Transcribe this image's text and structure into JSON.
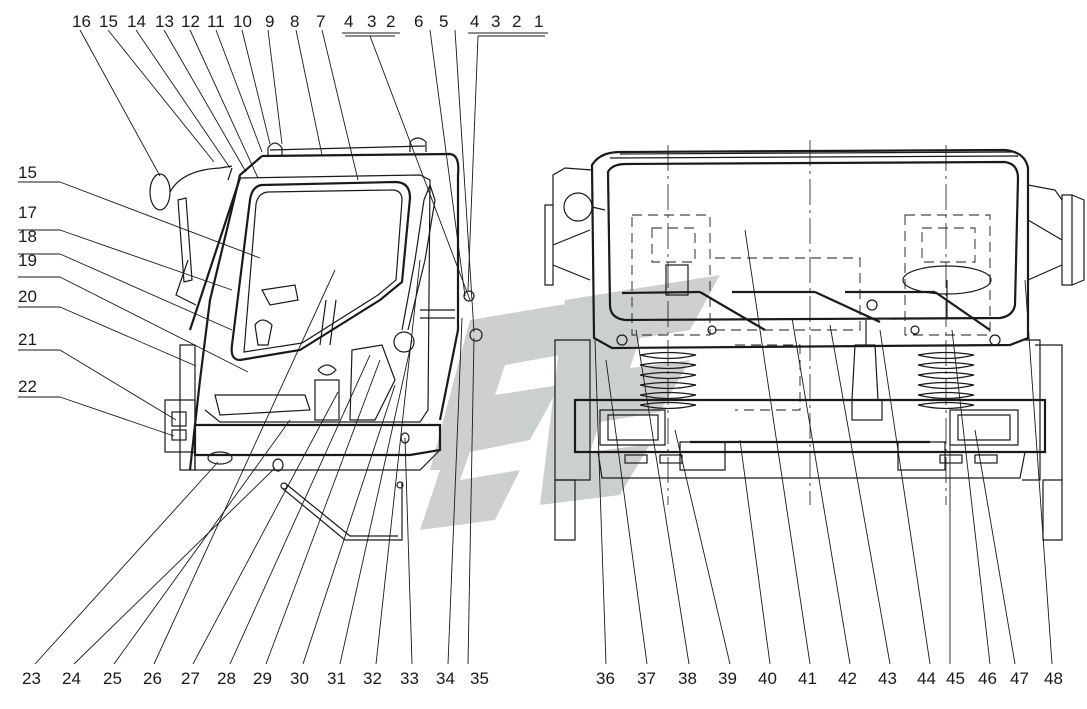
{
  "left_view": {
    "top_callouts": [
      "16",
      "15",
      "14",
      "13",
      "12",
      "11",
      "10",
      "9",
      "8",
      "7",
      "4",
      "3",
      "2",
      "6",
      "5",
      "4",
      "3",
      "2",
      "1"
    ],
    "side_callouts": [
      "15",
      "17",
      "18",
      "19",
      "20",
      "21",
      "22"
    ],
    "bottom_callouts": [
      "23",
      "24",
      "25",
      "26",
      "27",
      "28",
      "29",
      "30",
      "31",
      "32",
      "33",
      "34",
      "35"
    ]
  },
  "right_view": {
    "bottom_callouts": [
      "36",
      "37",
      "38",
      "39",
      "40",
      "41",
      "42",
      "43",
      "44",
      "45",
      "46",
      "47",
      "48"
    ]
  },
  "colors": {
    "ink": "#1a1a1a",
    "watermark": "#c4c8c4"
  }
}
